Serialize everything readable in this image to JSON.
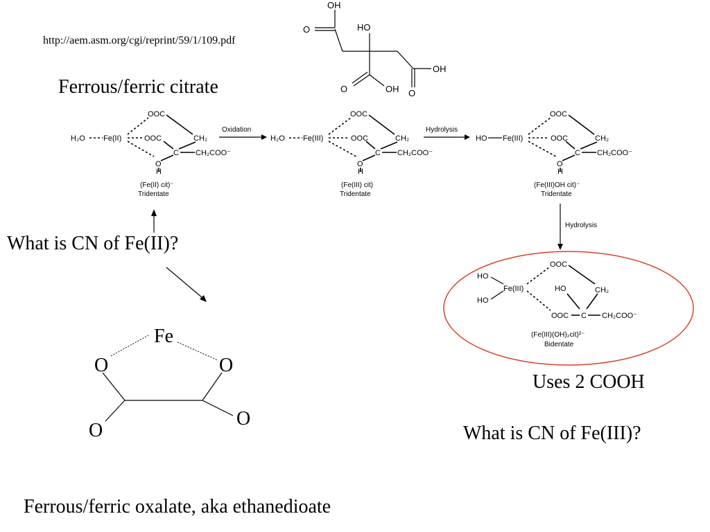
{
  "source_url": "http://aem.asm.org/cgi/reprint/59/1/109.pdf",
  "citrate_title": "Ferrous/ferric citrate",
  "question_fe2": "What is CN of Fe(II)?",
  "question_fe3": "What is CN of Fe(III)?",
  "uses_note": "Uses 2 COOH",
  "oxalate_caption": "Ferrous/ferric oxalate, aka ethanedioate",
  "oxalate": {
    "fe": "Fe",
    "o": "O"
  },
  "citric_acid": {
    "oh": "OH",
    "o": "O",
    "ho": "HO"
  },
  "scheme": {
    "oxidation": "Oxidation",
    "hydrolysis": "Hydrolysis",
    "water": "H₂O",
    "fe2": "Fe(II)",
    "fe3": "Fe(III)",
    "ho": "HO",
    "ooc": "OOC",
    "ch2": "CH₂",
    "c": "C",
    "ch2coo": "CH₂COO⁻",
    "o": "O",
    "h": "H",
    "label1": "(Fe(II) cit)⁻",
    "label2": "(Fe(III) cit)",
    "label3": "(Fe(III)OH cit)⁻",
    "label4": "(Fe(III)(OH)₂cit)²⁻",
    "tridentate": "Tridentate",
    "bidentate": "Bidentate"
  },
  "colors": {
    "ellipse": "#d9402b"
  }
}
